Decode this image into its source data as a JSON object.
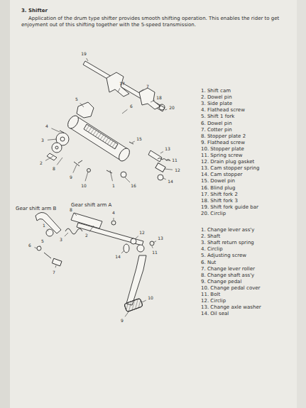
{
  "diagram": {
    "title": "3. Shifter",
    "labels": [
      "Application of the drum type shifter provides smooth shifting operation. This enables the rider to get enjoyment out of this shifting together with the 5-speed transmission.",
      "Gear shift arm B",
      "Gear shift arm A",
      "1. Shift cam",
      "2. Dowel pin",
      "3. Side plate",
      "4. Flathead screw",
      "5. Shift 1 fork",
      "6. Dowel pin",
      "7. Cotter pin",
      "8. Stopper plate 2",
      "9. Flathead screw",
      "10. Stopper plate",
      "11. Spring screw",
      "12. Drain plug gasket",
      "13. Cam stopper spring",
      "14. Cam stopper",
      "15. Dowel pin",
      "16. Blind plug",
      "17. Shift fork 2",
      "18. Shift fork 3",
      "19. Shift fork guide bar",
      "20. Circlip",
      "1. Change lever ass'y",
      "2. Shaft",
      "3. Shaft return spring",
      "4. Circlip",
      "5. Adjusting screw",
      "6. Nut",
      "7. Change lever roller",
      "8. Change shaft ass'y",
      "9. Change pedal",
      "10. Change pedal cover",
      "11. Bolt",
      "12. Circlip",
      "13. Change axle washer",
      "14. Oil seal",
      "1",
      "2",
      "3",
      "4",
      "5",
      "6",
      "7",
      "8",
      "9",
      "10",
      "11",
      "12",
      "13",
      "14",
      "15",
      "16",
      "17",
      "18",
      "19",
      "20",
      "1",
      "2",
      "3",
      "4",
      "5",
      "6",
      "7",
      "8",
      "9",
      "10",
      "11",
      "12",
      "13",
      "14"
    ]
  }
}
